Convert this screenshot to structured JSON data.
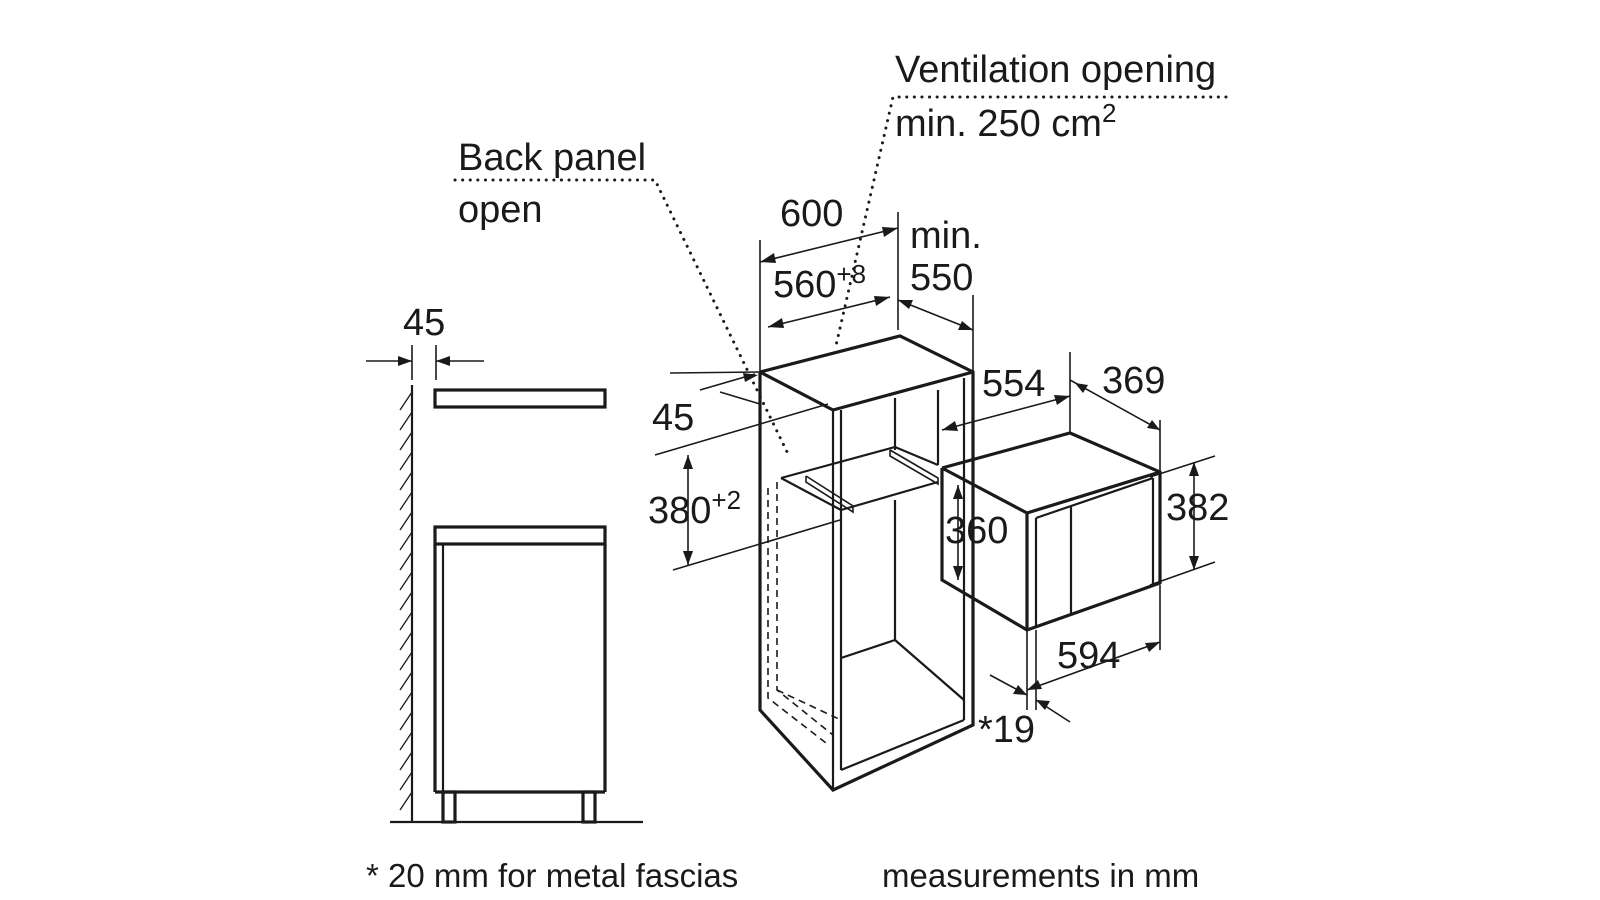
{
  "labels": {
    "back_panel_line1": "Back panel",
    "back_panel_line2": "open",
    "ventilation_line1": "Ventilation opening",
    "ventilation_line2": "min. 250 cm",
    "ventilation_sup": "2",
    "min_label": "min."
  },
  "dimensions": {
    "side_45": "45",
    "width_600": "600",
    "inner_560": "560",
    "inner_560_tol": "+8",
    "depth_550": "550",
    "depth_554": "554",
    "depth_369": "369",
    "front_45": "45",
    "height_380": "380",
    "height_380_tol": "+2",
    "height_360": "360",
    "height_382": "382",
    "width_594": "594",
    "front_19": "*19"
  },
  "footnotes": {
    "metal_fascia": "* 20 mm for metal fascias",
    "units": "measurements in mm"
  }
}
